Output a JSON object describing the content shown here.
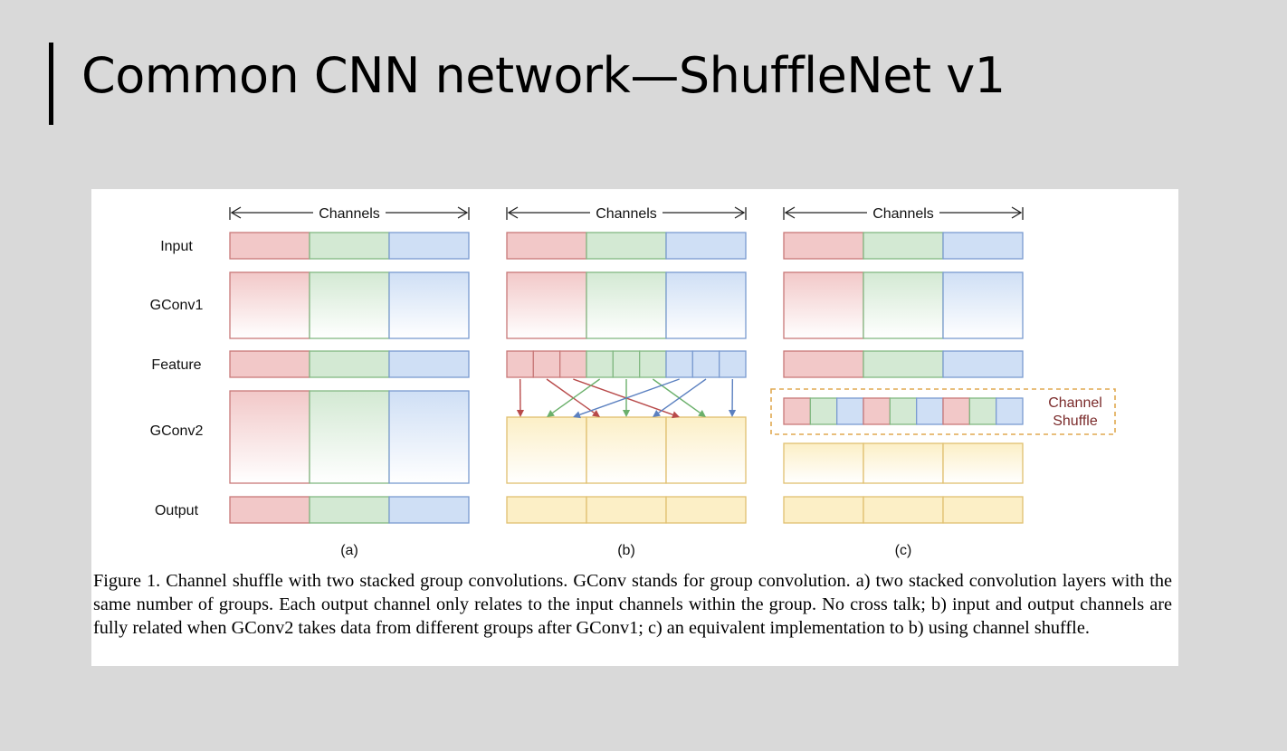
{
  "slide": {
    "title": "Common CNN network—ShuffleNet v1"
  },
  "figure": {
    "channels_label": "Channels",
    "row_labels": [
      "Input",
      "GConv1",
      "Feature",
      "GConv2",
      "Output"
    ],
    "panel_labels": [
      "(a)",
      "(b)",
      "(c)"
    ],
    "shuffle_label_line1": "Channel",
    "shuffle_label_line2": "Shuffle",
    "caption": "Figure 1. Channel shuffle with two stacked group convolutions. GConv stands for group convolution. a) two stacked convolution layers with the same number of groups. Each output channel only relates to the input channels within the group. No cross talk; b) input and output channels are fully related when GConv2 takes data from different groups after GConv1; c) an equivalent implementation to b) using channel shuffle.",
    "colors": {
      "red_fill": "#f2c8c8",
      "red_stroke": "#c87878",
      "green_fill": "#d3e9d3",
      "green_stroke": "#82b882",
      "blue_fill": "#cfdff5",
      "blue_stroke": "#7a9bd0",
      "yellow_fill": "#fcefc6",
      "yellow_stroke": "#e0c070",
      "arrow_red": "#b84a4a",
      "arrow_green": "#6bb06b",
      "arrow_blue": "#5b80c0",
      "shuffle_text": "#7a2a2a",
      "shuffle_border": "#e0a850"
    }
  }
}
